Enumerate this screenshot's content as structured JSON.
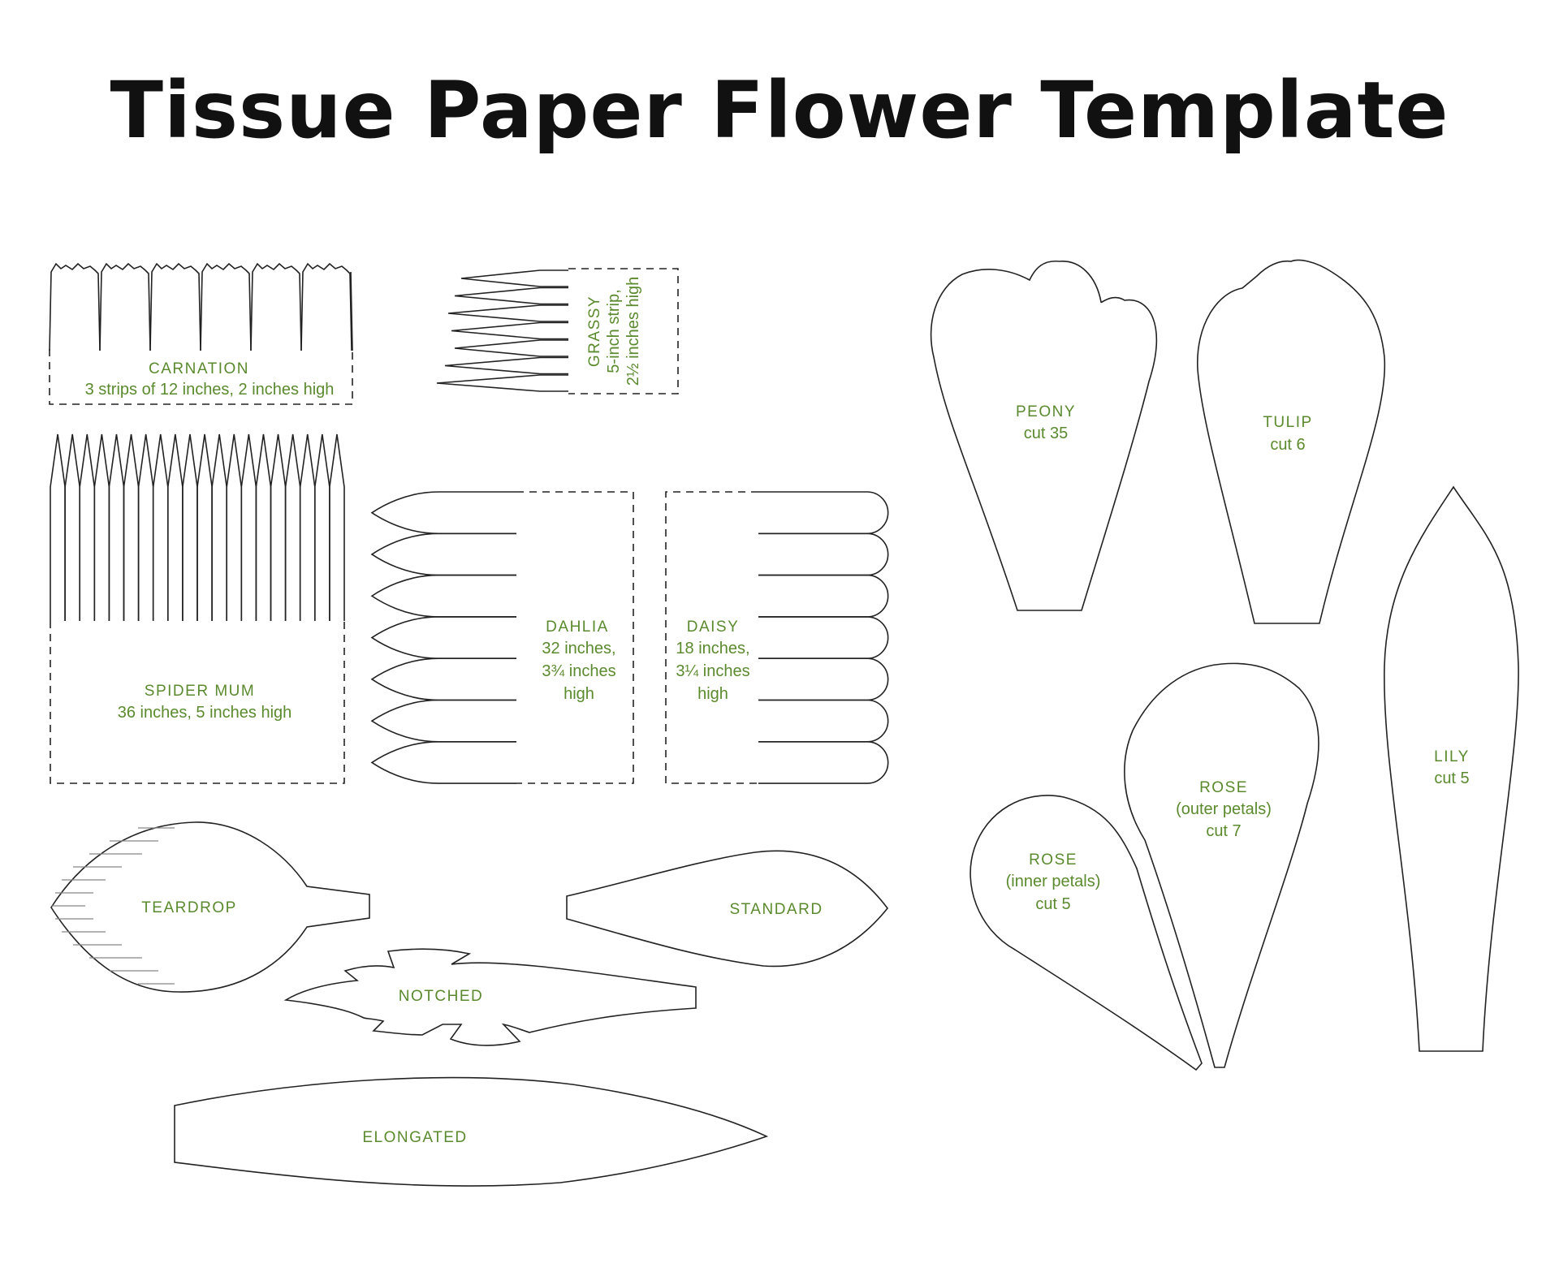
{
  "title": "Tissue Paper Flower Template",
  "colors": {
    "label": "#5b8a2e",
    "outline": "#222222",
    "title": "#111111"
  },
  "templates": {
    "carnation": {
      "name": "CARNATION",
      "spec": "3 strips of 12 inches, 2 inches high"
    },
    "grassy": {
      "name": "GRASSY",
      "spec1": "5-inch strip,",
      "spec2": "2½ inches high"
    },
    "spider_mum": {
      "name": "SPIDER MUM",
      "spec": "36 inches, 5 inches high"
    },
    "dahlia": {
      "name": "DAHLIA",
      "spec1": "32 inches,",
      "spec2": "3¾ inches",
      "spec3": "high"
    },
    "daisy": {
      "name": "DAISY",
      "spec1": "18 inches,",
      "spec2": "3¼ inches",
      "spec3": "high"
    },
    "teardrop": {
      "name": "TEARDROP"
    },
    "standard": {
      "name": "STANDARD"
    },
    "notched": {
      "name": "NOTCHED"
    },
    "elongated": {
      "name": "ELONGATED"
    },
    "peony": {
      "name": "PEONY",
      "cut": "cut 35"
    },
    "tulip": {
      "name": "TULIP",
      "cut": "cut 6"
    },
    "lily": {
      "name": "LILY",
      "cut": "cut 5"
    },
    "rose_outer": {
      "name": "ROSE",
      "detail": "(outer petals)",
      "cut": "cut 7"
    },
    "rose_inner": {
      "name": "ROSE",
      "detail": "(inner petals)",
      "cut": "cut 5"
    }
  }
}
